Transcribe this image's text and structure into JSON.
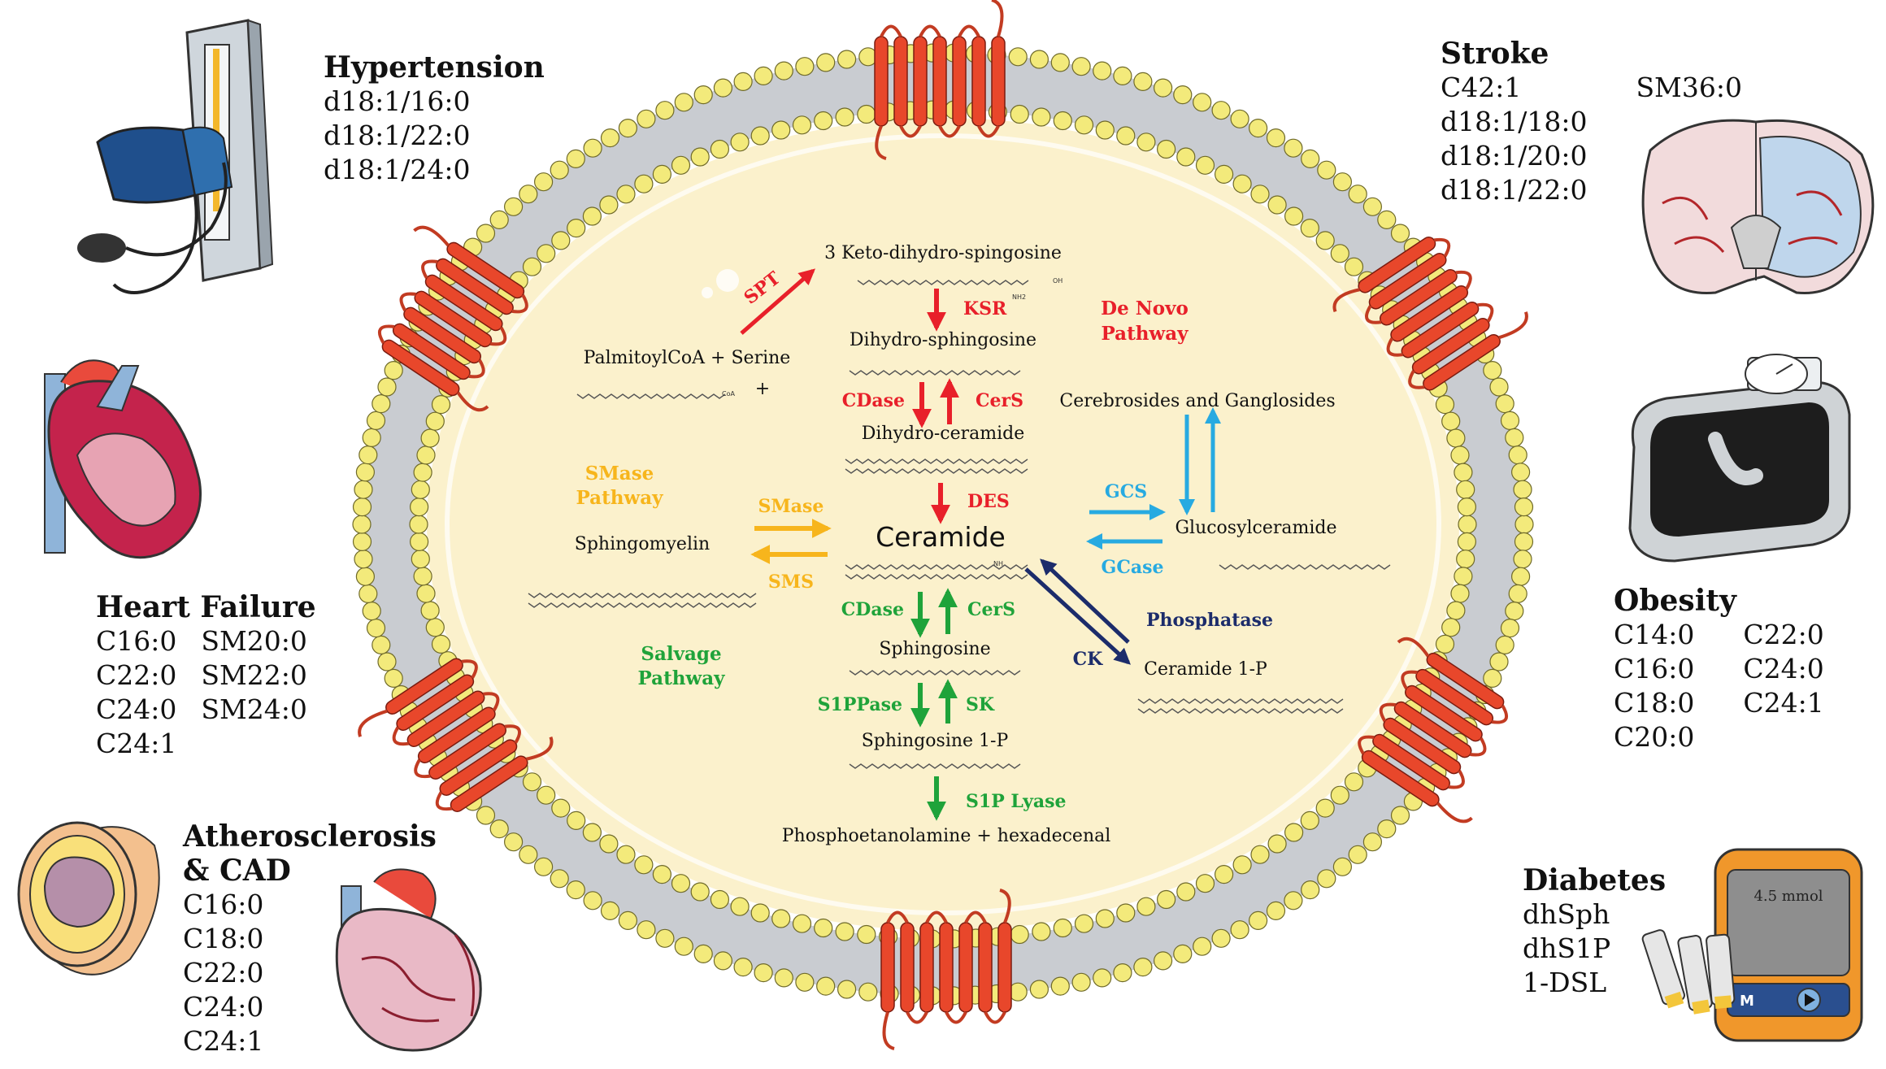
{
  "colors": {
    "de_novo": "#e8202a",
    "smase": "#f7b51c",
    "salvage": "#1fa33a",
    "gcs": "#27aae1",
    "phosphatase": "#1c2c6b",
    "cell_fill": "#fbf1cc",
    "membrane_head": "#f3ea7b",
    "membrane_tail": "#9fa5ad",
    "receptor": "#e8472b"
  },
  "diseases": {
    "hypertension": {
      "title": "Hypertension",
      "items": [
        "d18:1/16:0",
        "d18:1/22:0",
        "d18:1/24:0"
      ]
    },
    "stroke": {
      "title": "Stroke",
      "items_col1": [
        "C42:1",
        "d18:1/18:0",
        "d18:1/20:0",
        "d18:1/22:0"
      ],
      "items_col2": [
        "SM36:0"
      ]
    },
    "heart_failure": {
      "title": "Heart Failure",
      "items_col1": [
        "C16:0",
        "C22:0",
        "C24:0",
        "C24:1"
      ],
      "items_col2": [
        "SM20:0",
        "SM22:0",
        "SM24:0"
      ]
    },
    "obesity": {
      "title": "Obesity",
      "items_col1": [
        "C14:0",
        "C16:0",
        "C18:0",
        "C20:0"
      ],
      "items_col2": [
        "C22:0",
        "C24:0",
        "C24:1"
      ]
    },
    "atherosclerosis": {
      "title_line1": "Atherosclerosis",
      "title_line2": "& CAD",
      "items": [
        "C16:0",
        "C18:0",
        "C22:0",
        "C24:0",
        "C24:1"
      ]
    },
    "diabetes": {
      "title": "Diabetes",
      "items": [
        "dhSph",
        "dhS1P",
        "1-DSL"
      ]
    }
  },
  "glucometer_reading": "4.5 mmol",
  "glucometer_buttons": {
    "m": "M"
  },
  "metabolites": {
    "keto": "3 Keto-dihydro-spingosine",
    "palmitoyl": "PalmitoylCoA + Serine",
    "plus": "+",
    "dihydrosphingosine": "Dihydro-sphingosine",
    "dihydroceramide": "Dihydro-ceramide",
    "ceramide": "Ceramide",
    "sphingomyelin": "Sphingomyelin",
    "sphingosine": "Sphingosine",
    "s1p": "Sphingosine 1-P",
    "phospho": "Phosphoetanolamine + hexadecenal",
    "cerebrosides": "Cerebrosides and Ganglosides",
    "glucosylceramide": "Glucosylceramide",
    "c1p": "Ceramide 1-P",
    "coa": "CoA",
    "oh": "OH",
    "nh2": "NH2",
    "nh": "NH"
  },
  "enzymes": {
    "spt": "SPT",
    "ksr": "KSR",
    "cdase_top": "CDase",
    "cers_top": "CerS",
    "des": "DES",
    "smase": "SMase",
    "sms": "SMS",
    "cdase_bottom": "CDase",
    "cers_bottom": "CerS",
    "s1ppase": "S1PPase",
    "sk": "SK",
    "s1p_lyase": "S1P Lyase",
    "gcs": "GCS",
    "gcase": "GCase",
    "phosphatase": "Phosphatase",
    "ck": "CK"
  },
  "pathways": {
    "de_novo_line1": "De Novo",
    "de_novo_line2": "Pathway",
    "smase_line1": "SMase",
    "smase_line2": "Pathway",
    "salvage_line1": "Salvage",
    "salvage_line2": "Pathway"
  }
}
